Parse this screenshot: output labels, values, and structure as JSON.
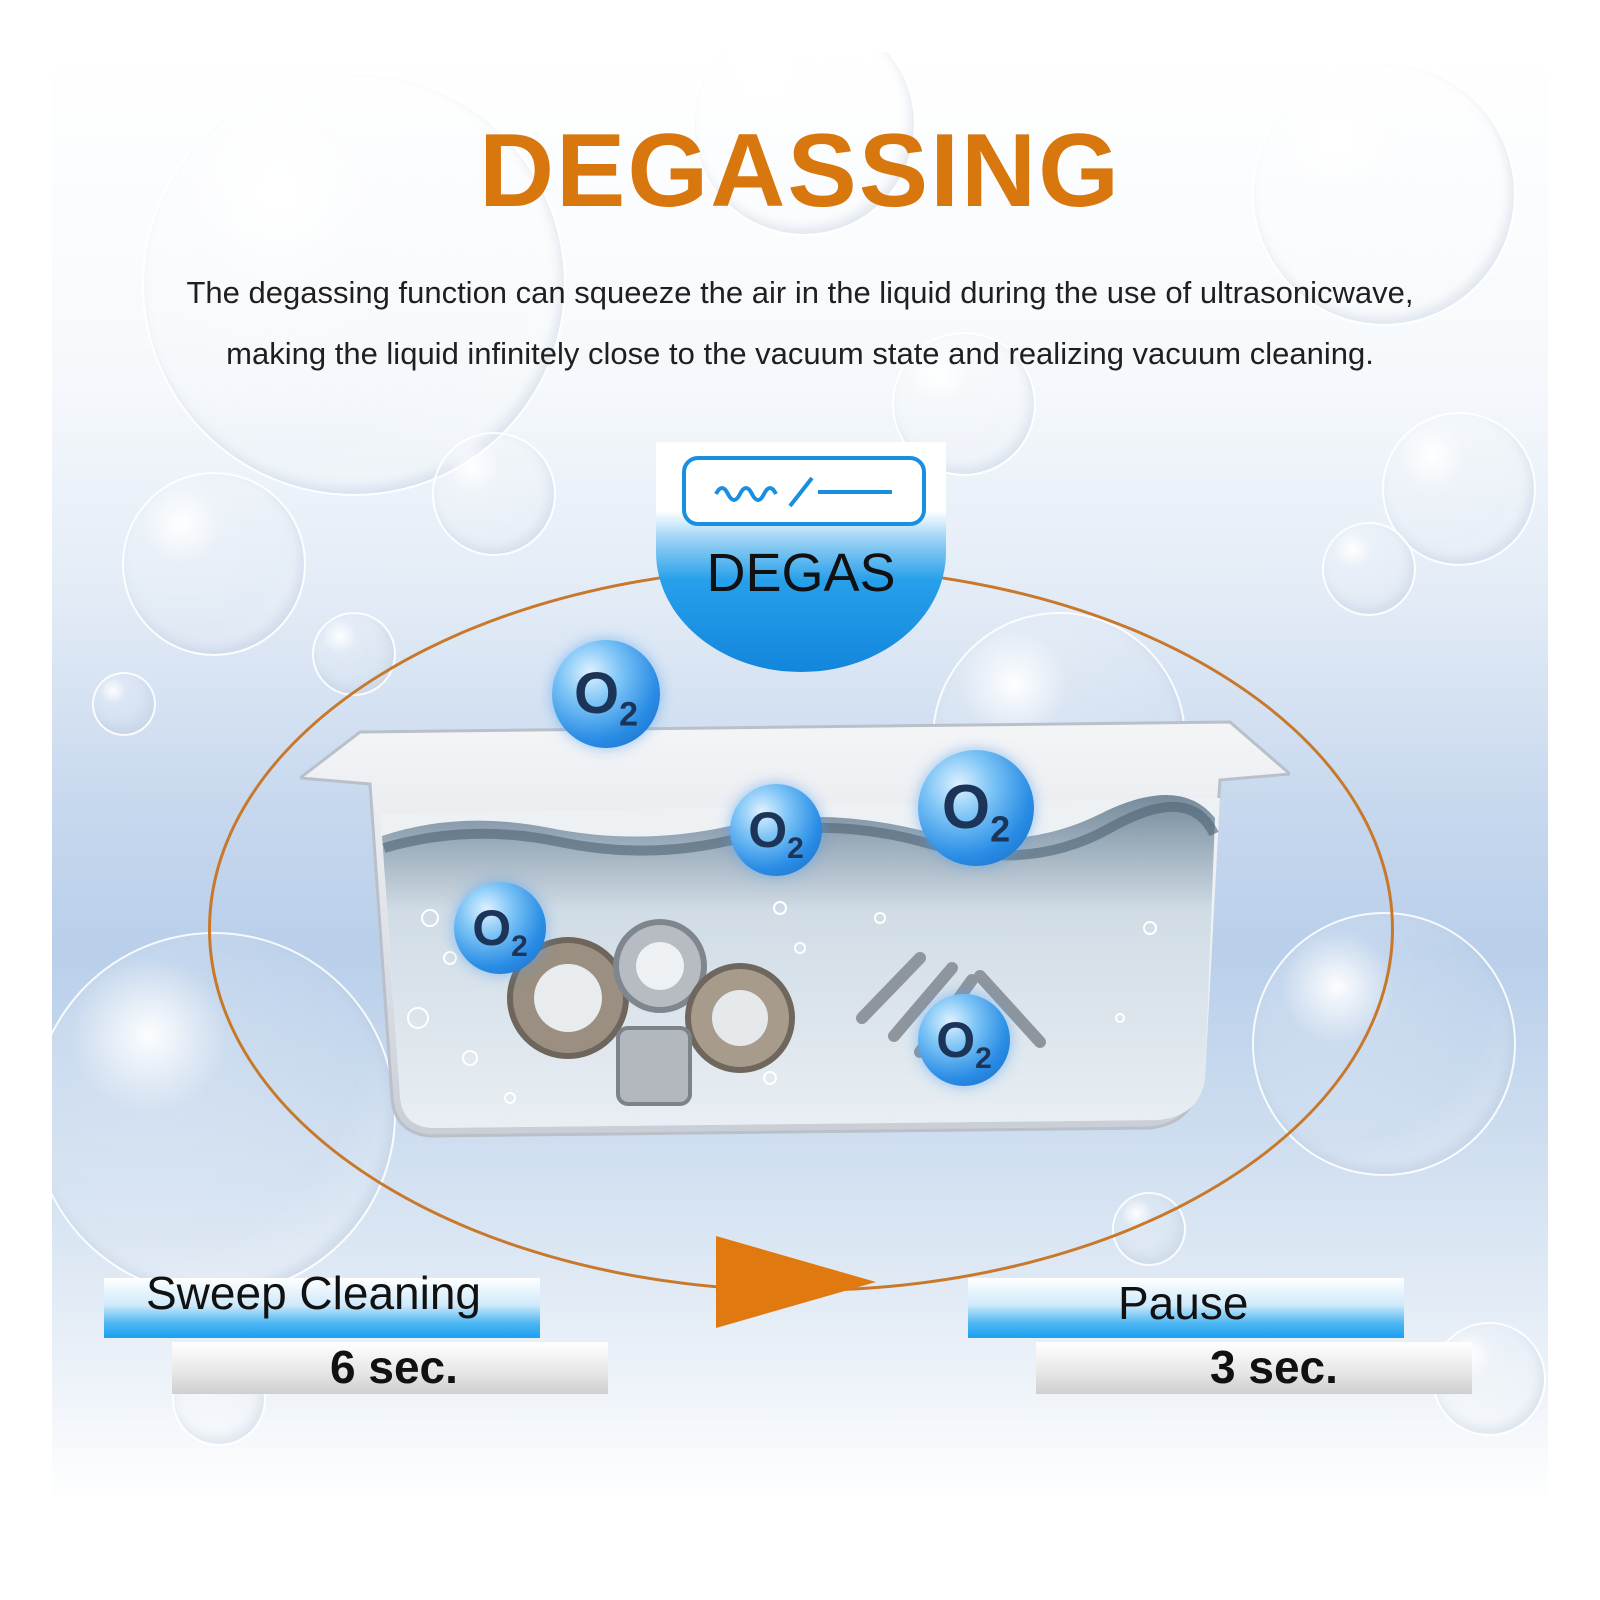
{
  "title": "DEGASSING",
  "description": {
    "line1": "The degassing function can squeeze the air in the liquid during the use of ultrasonicwave,",
    "line2": "making the liquid infinitely close to the vacuum state and realizing vacuum cleaning."
  },
  "badge": {
    "label": "DEGAS",
    "icon": "degas-wave-icon"
  },
  "molecule_label": "O",
  "molecule_subscript": "2",
  "sweep": {
    "label": "Sweep Cleaning",
    "duration": "6 sec."
  },
  "pause": {
    "label": "Pause",
    "duration": "3 sec."
  },
  "colors": {
    "title": "#d9770f",
    "orbit": "#c8782a",
    "arrow": "#e07a10",
    "badge_blue": "#1386dc",
    "caption_blue": "#1aa0ef"
  }
}
